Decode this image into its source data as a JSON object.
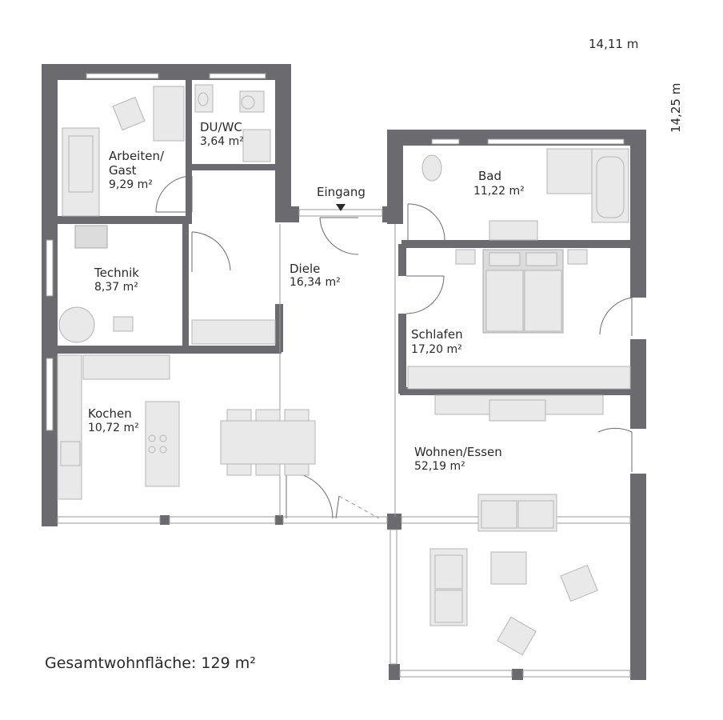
{
  "dimensions": {
    "width": "14,11 m",
    "depth": "14,25 m"
  },
  "entrance_label": "Eingang",
  "rooms": [
    {
      "name": "Arbeiten/\nGast",
      "area": "9,29 m²"
    },
    {
      "name": "DU/WC",
      "area": "3,64 m²"
    },
    {
      "name": "Bad",
      "area": "11,22 m²"
    },
    {
      "name": "Technik",
      "area": "8,37 m²"
    },
    {
      "name": "Diele",
      "area": "16,34 m²"
    },
    {
      "name": "Schlafen",
      "area": "17,20 m²"
    },
    {
      "name": "Kochen",
      "area": "10,72 m²"
    },
    {
      "name": "Wohnen/Essen",
      "area": "52,19 m²"
    }
  ],
  "total_area": "Gesamtwohnfläche: 129 m²",
  "colors": {
    "wall": "#6b6b6f",
    "furniture": "#e9e9e9",
    "text": "#2a2a2a"
  }
}
